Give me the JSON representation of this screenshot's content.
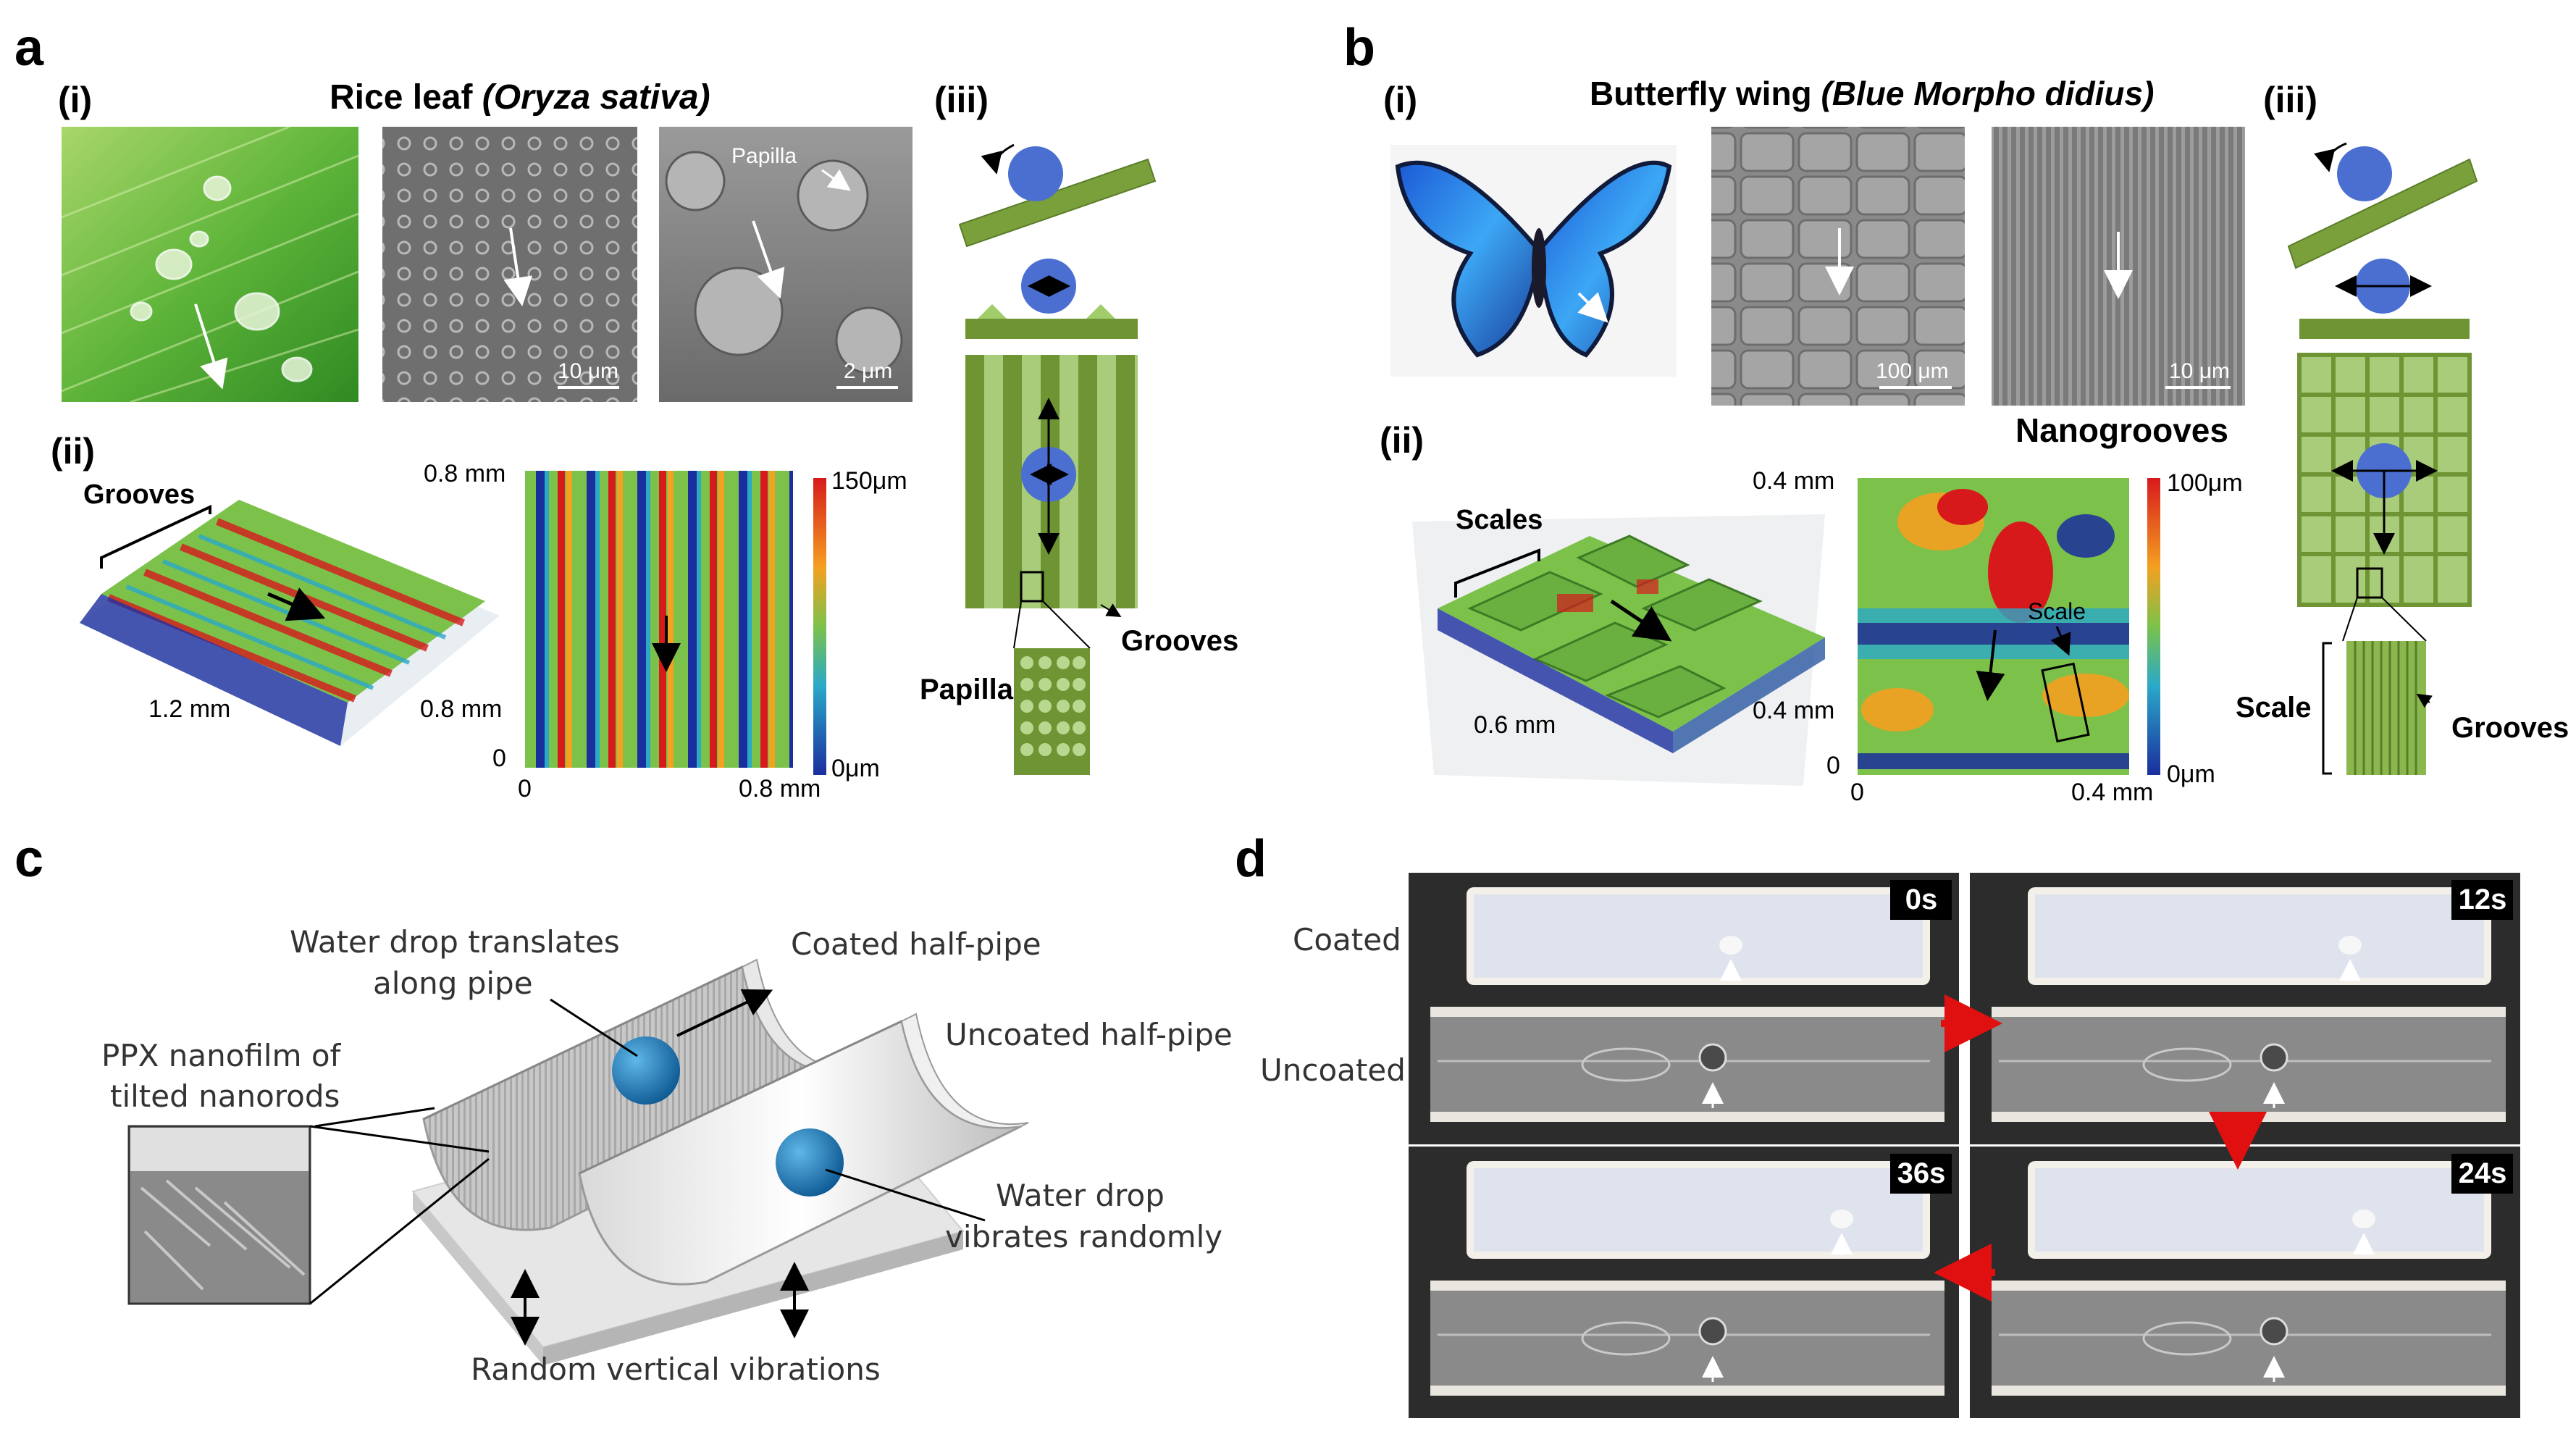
{
  "panel_a": {
    "letter": "a",
    "title_plain": "Rice leaf ",
    "title_italic": "(Oryza sativa)",
    "sub_i": "(i)",
    "sub_ii": "(ii)",
    "sub_iii": "(iii)",
    "sem_label_papilla": "Papilla",
    "scale_10um": "10 μm",
    "scale_2um": "2 μm",
    "grooves_label": "Grooves",
    "dim_12": "1.2 mm",
    "dim_08_side": "0.8 mm",
    "map_top": "0.8 mm",
    "map_bottom": "0.8 mm",
    "map_zero_y": "0",
    "map_zero_x": "0",
    "cbar_max": "150μm",
    "cbar_min": "0μm",
    "schem_grooves": "Grooves",
    "schem_papilla": "Papilla"
  },
  "panel_b": {
    "letter": "b",
    "title_plain": "Butterfly wing ",
    "title_italic": "(Blue Morpho didius)",
    "sub_i": "(i)",
    "sub_ii": "(ii)",
    "sub_iii": "(iii)",
    "scale_100um": "100 μm",
    "scale_10um": "10 μm",
    "nanogrooves": "Nanogrooves",
    "scales_label": "Scales",
    "dim_06": "0.6 mm",
    "dim_04_side": "0.4 mm",
    "map_top": "0.4 mm",
    "map_bottom": "0.4 mm",
    "map_zero_y": "0",
    "map_zero_x": "0",
    "map_scale_label": "Scale",
    "cbar_max": "100μm",
    "cbar_min": "0μm",
    "schem_scale": "Scale",
    "schem_grooves": "Grooves"
  },
  "panel_c": {
    "letter": "c",
    "water_translates_1": "Water drop translates",
    "water_translates_2": "along pipe",
    "coated": "Coated half-pipe",
    "uncoated": "Uncoated half-pipe",
    "ppx_1": "PPX nanofilm of",
    "ppx_2": "tilted nanorods",
    "vibrates_1": "Water drop",
    "vibrates_2": "vibrates randomly",
    "random_vib": "Random vertical vibrations"
  },
  "panel_d": {
    "letter": "d",
    "coated": "Coated",
    "uncoated": "Uncoated",
    "frames": [
      "0s",
      "12s",
      "36s",
      "24s"
    ]
  }
}
